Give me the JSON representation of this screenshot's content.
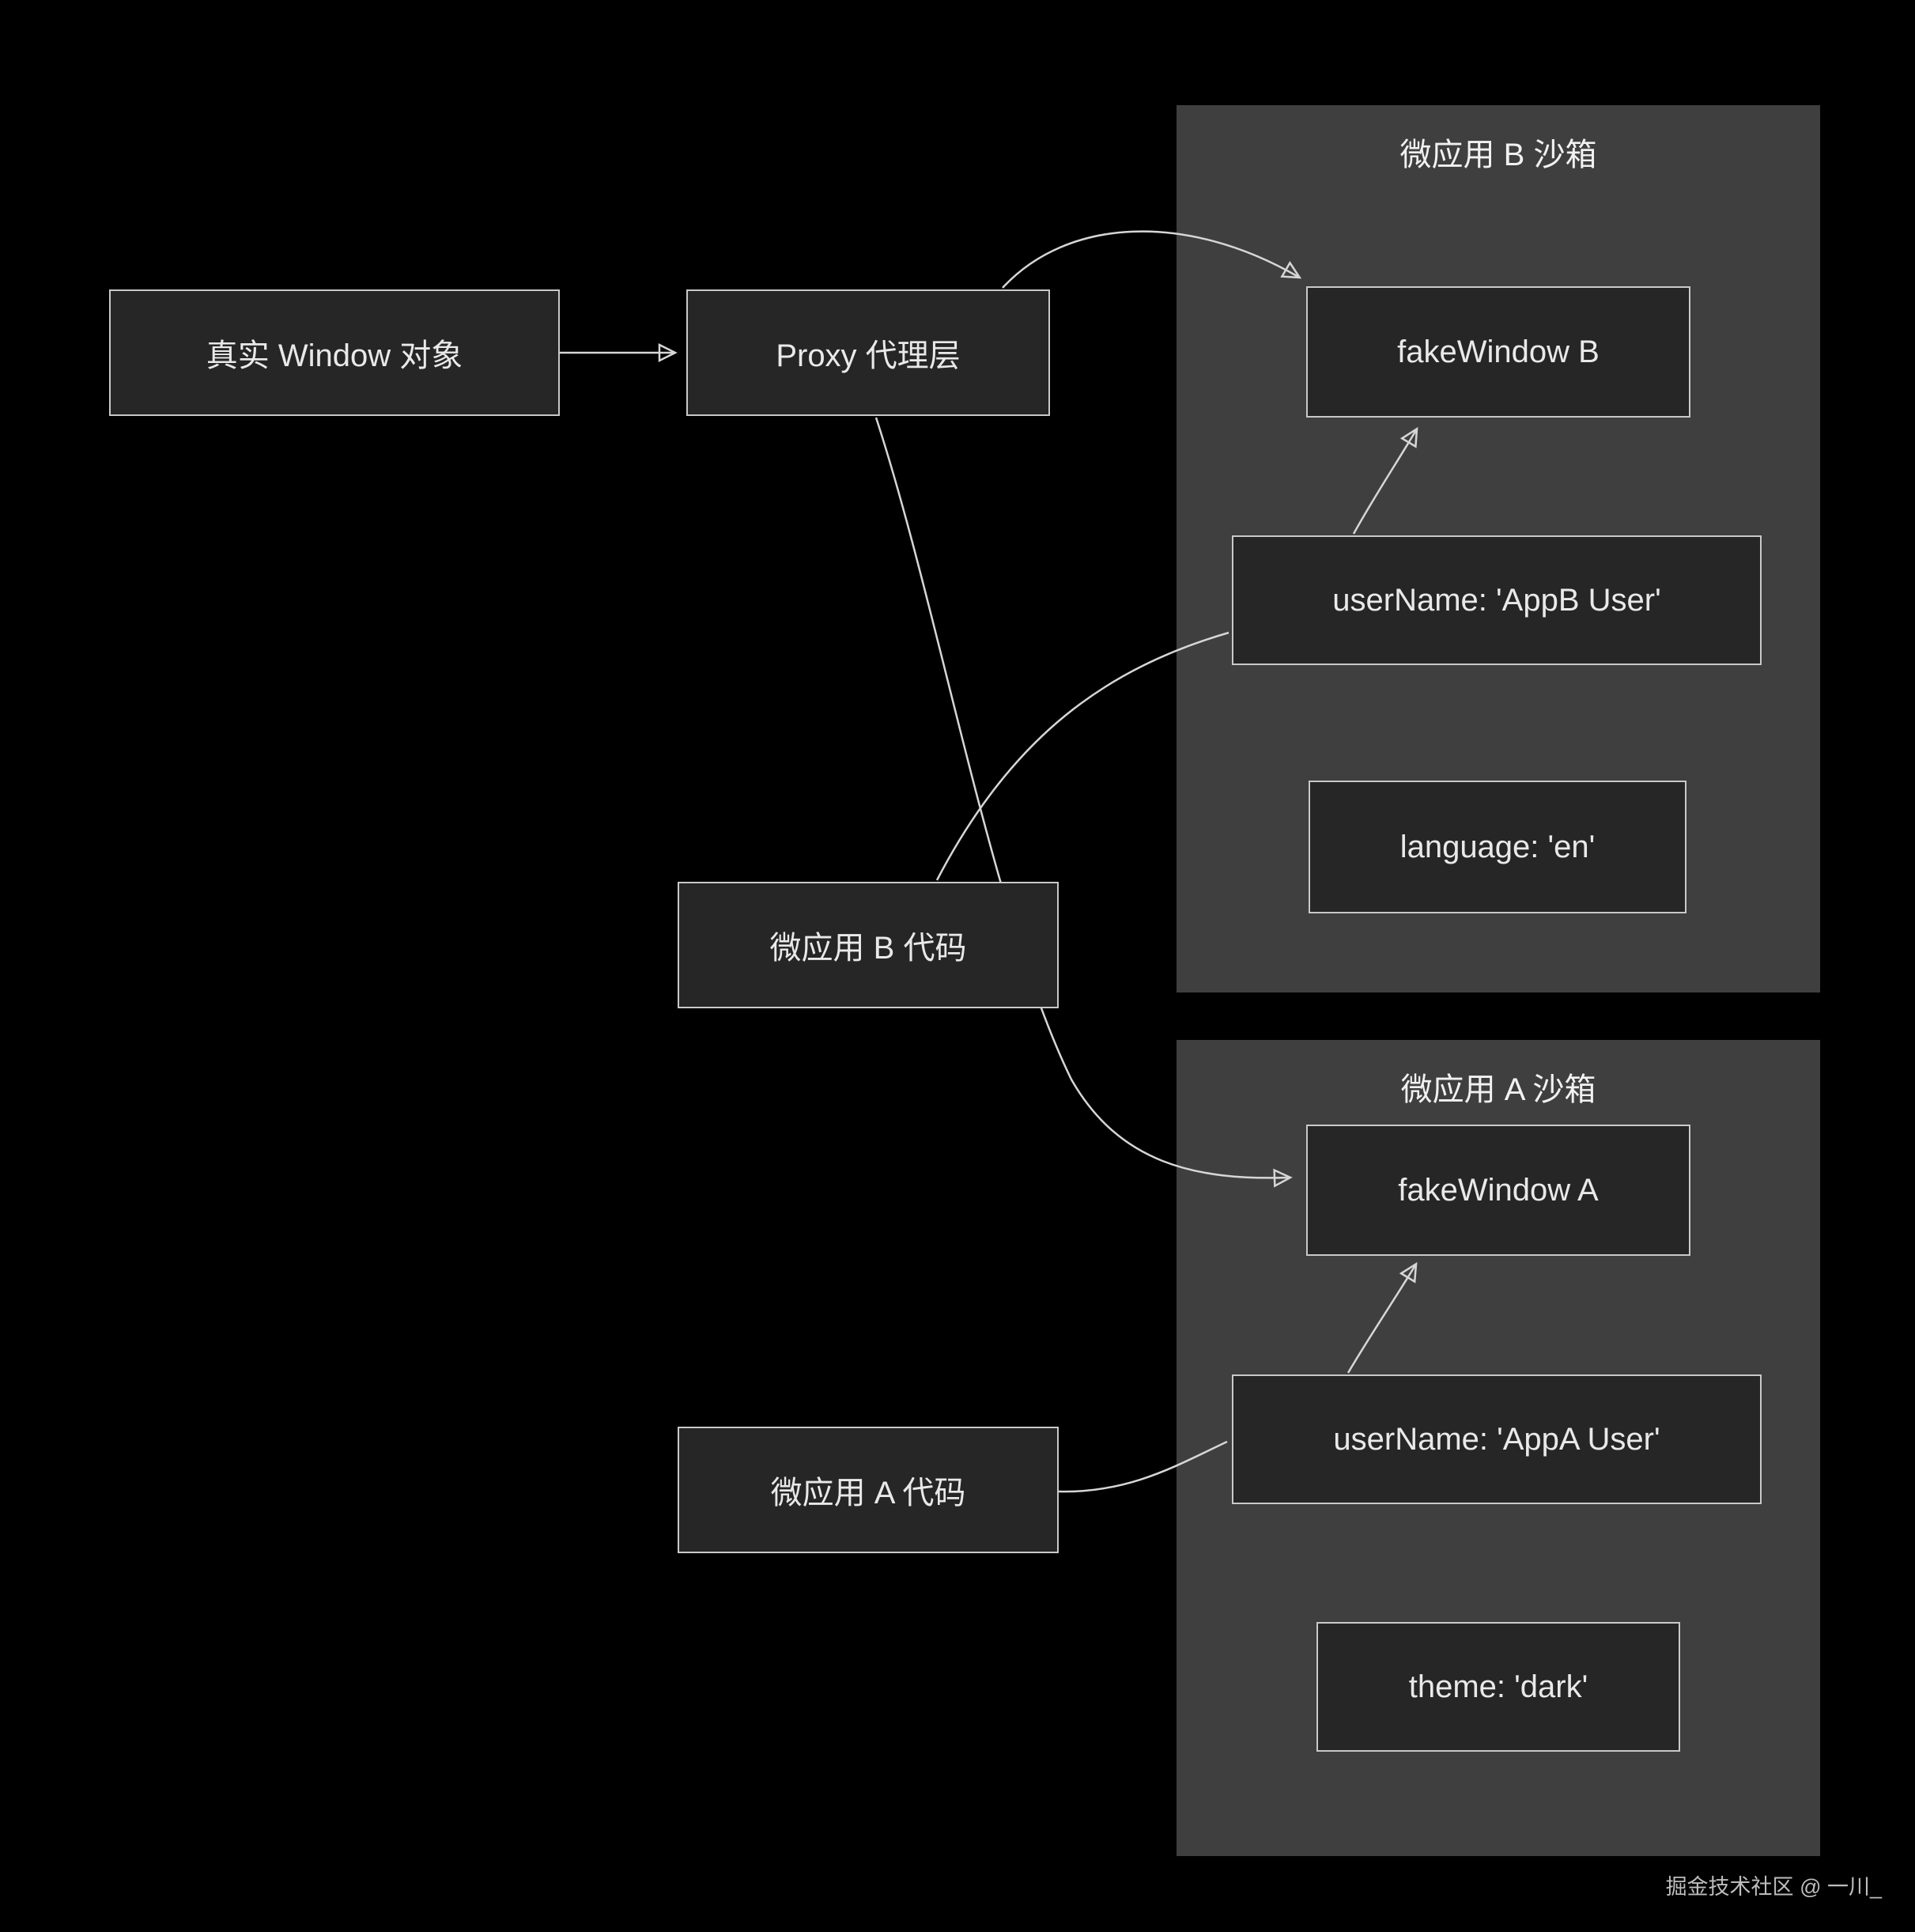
{
  "nodes": {
    "real_window": {
      "label": "真实 Window 对象"
    },
    "proxy": {
      "label": "Proxy 代理层"
    },
    "app_b_code": {
      "label": "微应用 B 代码"
    },
    "app_a_code": {
      "label": "微应用 A 代码"
    }
  },
  "sandbox_b": {
    "title": "微应用 B 沙箱",
    "fake_window": {
      "label": "fakeWindow B"
    },
    "props": [
      {
        "label": "userName: 'AppB User'"
      },
      {
        "label": "language: 'en'"
      }
    ]
  },
  "sandbox_a": {
    "title": "微应用 A 沙箱",
    "fake_window": {
      "label": "fakeWindow A"
    },
    "props": [
      {
        "label": "userName: 'AppA User'"
      },
      {
        "label": "theme: 'dark'"
      }
    ]
  },
  "edges": [
    {
      "from": "real_window",
      "to": "proxy",
      "arrow": true
    },
    {
      "from": "proxy",
      "to": "fakeWindow B",
      "arrow": true
    },
    {
      "from": "proxy",
      "to": "fakeWindow A",
      "arrow": true
    },
    {
      "from": "app_b_code",
      "to": "userName: 'AppB User'",
      "arrow": false
    },
    {
      "from": "userName: 'AppB User'",
      "to": "fakeWindow B",
      "arrow": true
    },
    {
      "from": "app_a_code",
      "to": "userName: 'AppA User'",
      "arrow": false
    },
    {
      "from": "userName: 'AppA User'",
      "to": "fakeWindow A",
      "arrow": true
    }
  ],
  "watermark": "掘金技术社区 @ 一川_",
  "colors": {
    "background": "#000000",
    "sandbox_panel": "#3f3f3f",
    "node_fill": "#262626",
    "node_border": "#c9c9c9",
    "text": "#e9e9e9",
    "arrow": "#d6d6d6"
  }
}
